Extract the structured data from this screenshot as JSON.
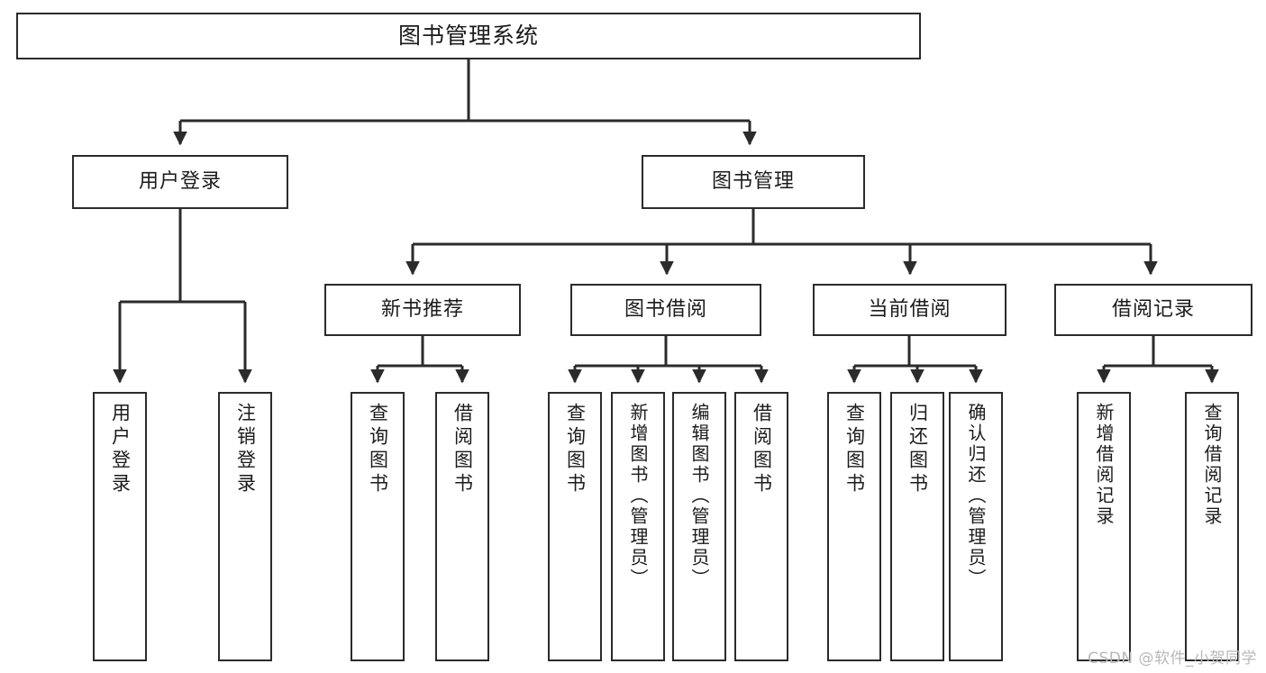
{
  "diagram": {
    "type": "tree",
    "title": "图书管理系统",
    "root": {
      "label": "图书管理系统"
    },
    "level2": [
      {
        "label": "用户登录"
      },
      {
        "label": "图书管理"
      }
    ],
    "level3": [
      {
        "label": "新书推荐"
      },
      {
        "label": "图书借阅"
      },
      {
        "label": "当前借阅"
      },
      {
        "label": "借阅记录"
      }
    ],
    "leaves": [
      {
        "label": "用户登录",
        "parent": "用户登录"
      },
      {
        "label": "注销登录",
        "parent": "用户登录"
      },
      {
        "label": "查询图书",
        "parent": "新书推荐"
      },
      {
        "label": "借阅图书",
        "parent": "新书推荐"
      },
      {
        "label": "查询图书",
        "parent": "图书借阅"
      },
      {
        "label": "新增图书（管理员）",
        "parent": "图书借阅"
      },
      {
        "label": "编辑图书（管理员）",
        "parent": "图书借阅"
      },
      {
        "label": "借阅图书",
        "parent": "图书借阅"
      },
      {
        "label": "查询图书",
        "parent": "当前借阅"
      },
      {
        "label": "归还图书",
        "parent": "当前借阅"
      },
      {
        "label": "确认归还（管理员）",
        "parent": "当前借阅"
      },
      {
        "label": "新增借阅记录",
        "parent": "借阅记录"
      },
      {
        "label": "查询借阅记录",
        "parent": "借阅记录"
      }
    ]
  },
  "watermark": {
    "text": "CSDN @软件_小贺同学"
  },
  "colors": {
    "border": "#2b2b2b",
    "text": "#1b1b1b",
    "background": "#ffffff",
    "watermark": "#b8b8b8"
  }
}
